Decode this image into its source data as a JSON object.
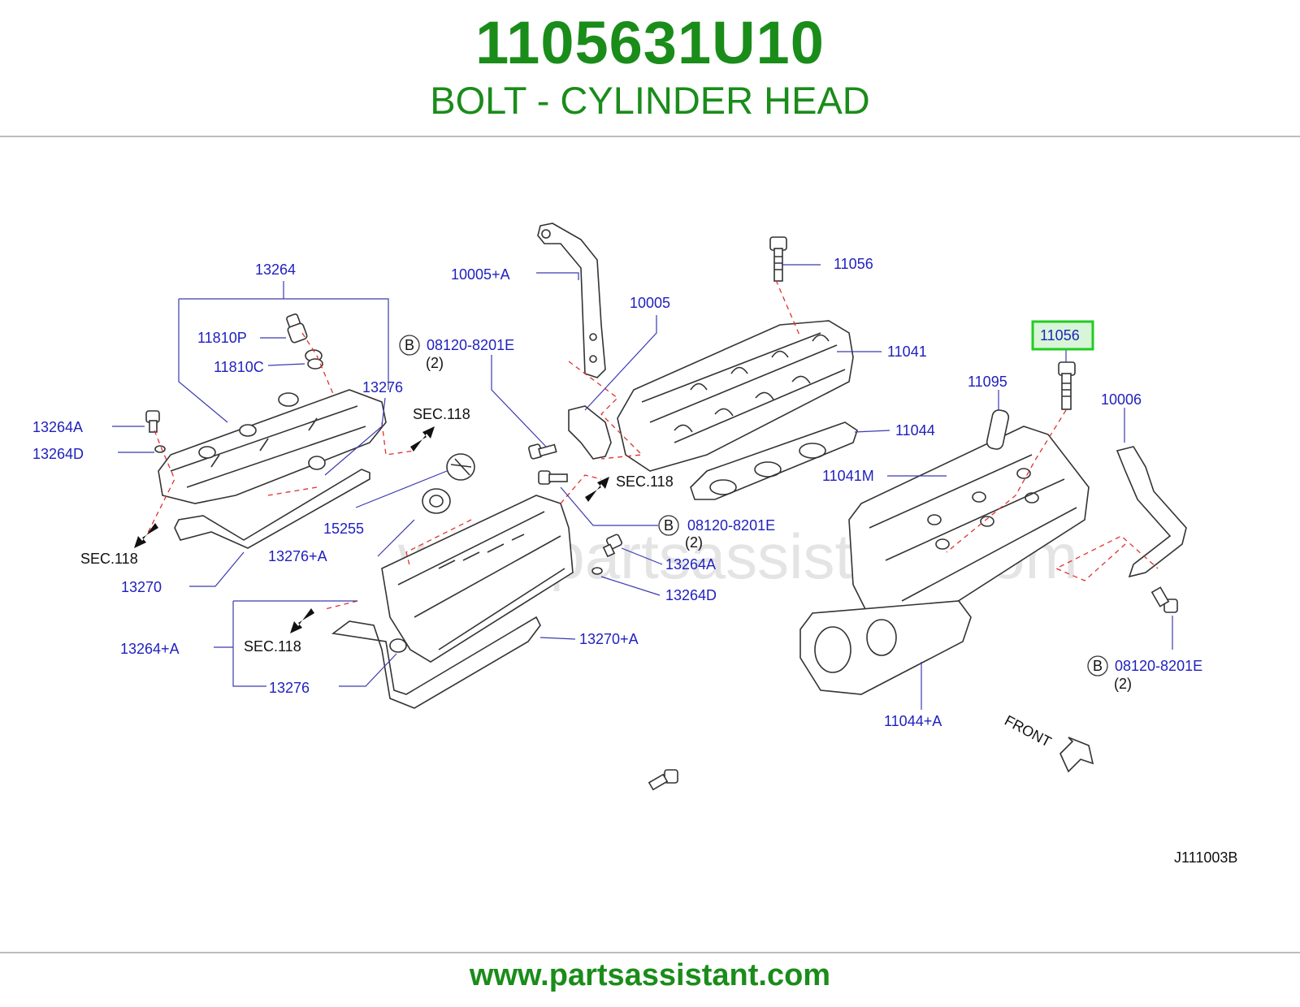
{
  "header": {
    "part_number": "1105631U10",
    "part_name": "BOLT - CYLINDER HEAD"
  },
  "footer": {
    "url": "www.partsassistant.com"
  },
  "diagram": {
    "watermark": "www.partsassistant.com",
    "code": "J111003B",
    "front_label": "FRONT",
    "highlighted_part": "11056",
    "callouts": {
      "c13264": "13264",
      "c11810p": "11810P",
      "c11810c": "11810C",
      "c13276_top": "13276",
      "c13264a_left": "13264A",
      "c13264d_left": "13264D",
      "c10005a": "10005+A",
      "c10005": "10005",
      "c08120_top": "08120-8201E",
      "c08120_mid": "08120-8201E",
      "c08120_right": "08120-8201E",
      "qty_top": "(2)",
      "qty_mid": "(2)",
      "qty_right": "(2)",
      "c11056_top": "11056",
      "c11041": "11041",
      "c11044": "11044",
      "c11095": "11095",
      "c11056_hl": "11056",
      "c10006": "10006",
      "c11041m": "11041M",
      "c15255": "15255",
      "c13276a": "13276+A",
      "c13270": "13270",
      "c13264a_mid": "13264A",
      "c13264d_mid": "13264D",
      "c13264plusa": "13264+A",
      "c13276_bottom": "13276",
      "c13270a": "13270+A",
      "c11044a": "11044+A",
      "sec_1": "SEC.118",
      "sec_2": "SEC.118",
      "sec_3": "SEC.118",
      "sec_4": "SEC.118",
      "b_1": "B",
      "b_2": "B",
      "b_3": "B"
    }
  }
}
